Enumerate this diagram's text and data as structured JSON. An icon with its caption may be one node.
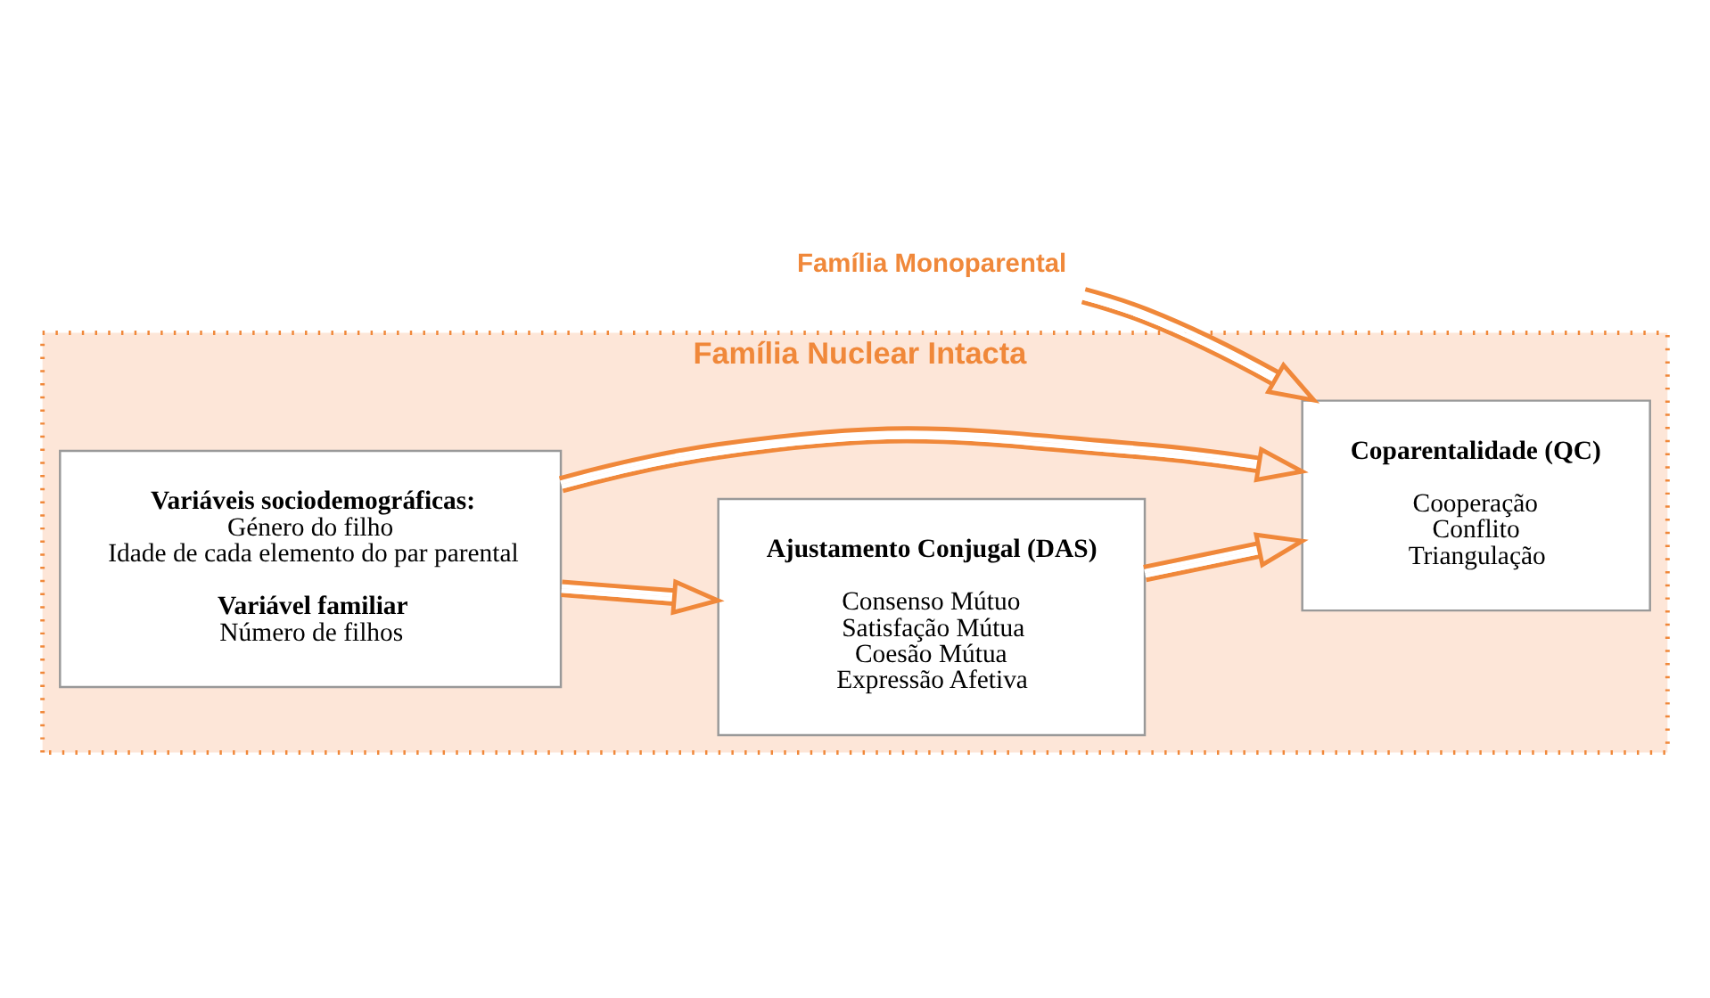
{
  "diagram": {
    "nodes": [
      {
        "text": [
          "Família Nuclear Intacta"
        ]
      },
      {
        "text": [
          "Ajustamento Conjugal (DAS)",
          "Consenso Mútuo",
          "Satisfação Mútua",
          "Coesão Mútua",
          "Expressão Afetiva"
        ],
        "in": 0
      },
      {
        "text": [
          "Variáveis sociodemográficas:",
          "Género do filho",
          "Idade de cada elemento do par parental",
          "Variável familiar",
          "Número de filhos"
        ],
        "in": 0
      },
      {
        "text": [
          "Coparentalidade (QC)",
          "Cooperação",
          "Conflito",
          "Triangulação"
        ],
        "in": 0
      },
      {
        "text": [
          "Família Monoparental"
        ]
      }
    ],
    "edges": [
      {
        "from": 2,
        "to": 1,
        "arrow": "to"
      },
      {
        "from": 1,
        "to": 3,
        "arrow": "to"
      },
      {
        "from": 2,
        "to": 3,
        "arrow": "to"
      },
      {
        "from": 4,
        "to": 3,
        "arrow": "to"
      }
    ]
  }
}
